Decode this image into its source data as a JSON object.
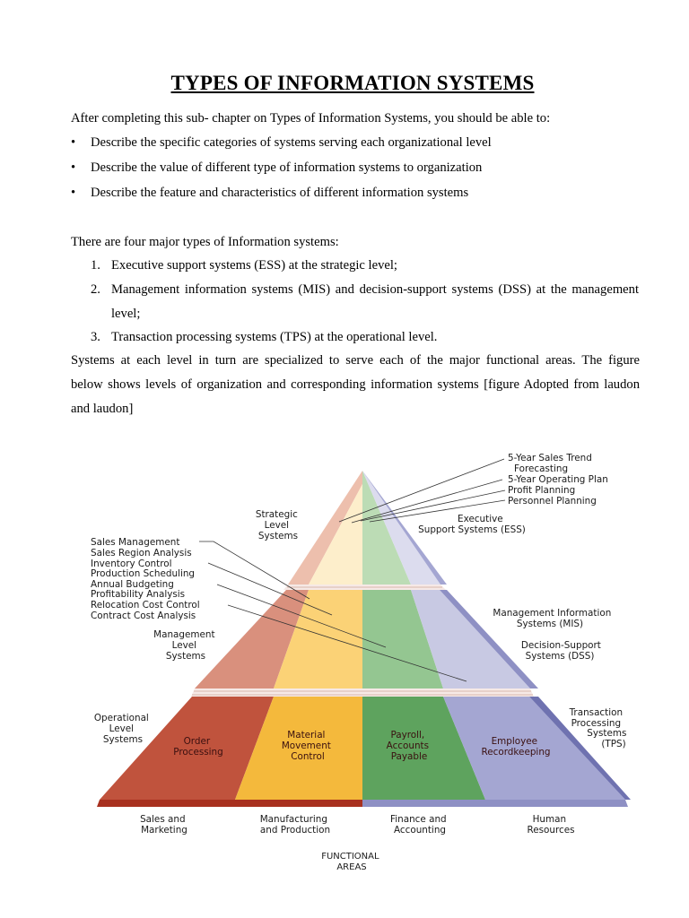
{
  "title": "TYPES OF INFORMATION SYSTEMS",
  "intro": "After completing this sub- chapter on Types of Information Systems, you should be able to:",
  "bullets": [
    "Describe the specific categories of systems serving each organizational level",
    "Describe the value of different type of information systems to organization",
    "Describe the feature and characteristics of different information systems"
  ],
  "bullet_glyph": "•",
  "types_intro": "There are four major types of Information systems:",
  "types": [
    {
      "num": "1.",
      "text": "Executive support systems (ESS) at the strategic level;"
    },
    {
      "num": "2.",
      "text": "Management information systems (MIS) and decision-support systems (DSS) at the management",
      "cont": "level;"
    },
    {
      "num": "3.",
      "text": "Transaction processing systems (TPS) at the operational level."
    }
  ],
  "para_lines": [
    "Systems at each level in turn are specialized to serve each of the major functional areas. The figure",
    "below shows levels of organization and corresponding information systems [figure Adopted from laudon"
  ],
  "para_last": "and laudon]",
  "figure": {
    "strategic_label": [
      "Strategic",
      "Level",
      "Systems"
    ],
    "ess_examples": [
      "5-Year Sales Trend",
      "Forecasting",
      "5-Year Operating Plan",
      "Profit Planning",
      "Personnel Planning"
    ],
    "ess_label": [
      "Executive",
      "Support Systems (ESS)"
    ],
    "mgmt_examples": [
      "Sales Management",
      "Sales Region Analysis",
      "Inventory Control",
      "Production Scheduling",
      "Annual Budgeting",
      "Profitability Analysis",
      "Relocation Cost Control",
      "Contract Cost Analysis"
    ],
    "mgmt_label": [
      "Management",
      "Level",
      "Systems"
    ],
    "mis_label": [
      "Management Information",
      "Systems (MIS)"
    ],
    "dss_label": [
      "Decision-Support",
      "Systems (DSS)"
    ],
    "op_label": [
      "Operational",
      "Level",
      "Systems"
    ],
    "tps_label": [
      "Transaction",
      "Processing",
      "Systems",
      "(TPS)"
    ],
    "base_boxes": [
      [
        "Order",
        "Processing"
      ],
      [
        "Material",
        "Movement",
        "Control"
      ],
      [
        "Payroll,",
        "Accounts",
        "Payable"
      ],
      [
        "Employee",
        "Recordkeeping"
      ]
    ],
    "areas": [
      [
        "Sales and",
        "Marketing"
      ],
      [
        "Manufacturing",
        "and Production"
      ],
      [
        "Finance and",
        "Accounting"
      ],
      [
        "Human",
        "Resources"
      ]
    ],
    "functional_areas": [
      "FUNCTIONAL",
      "AREAS"
    ],
    "colors": {
      "sales": "#c0533d",
      "manufacturing": "#f4b93c",
      "finance": "#5ea35e",
      "hr": "#a4a6d2"
    }
  }
}
